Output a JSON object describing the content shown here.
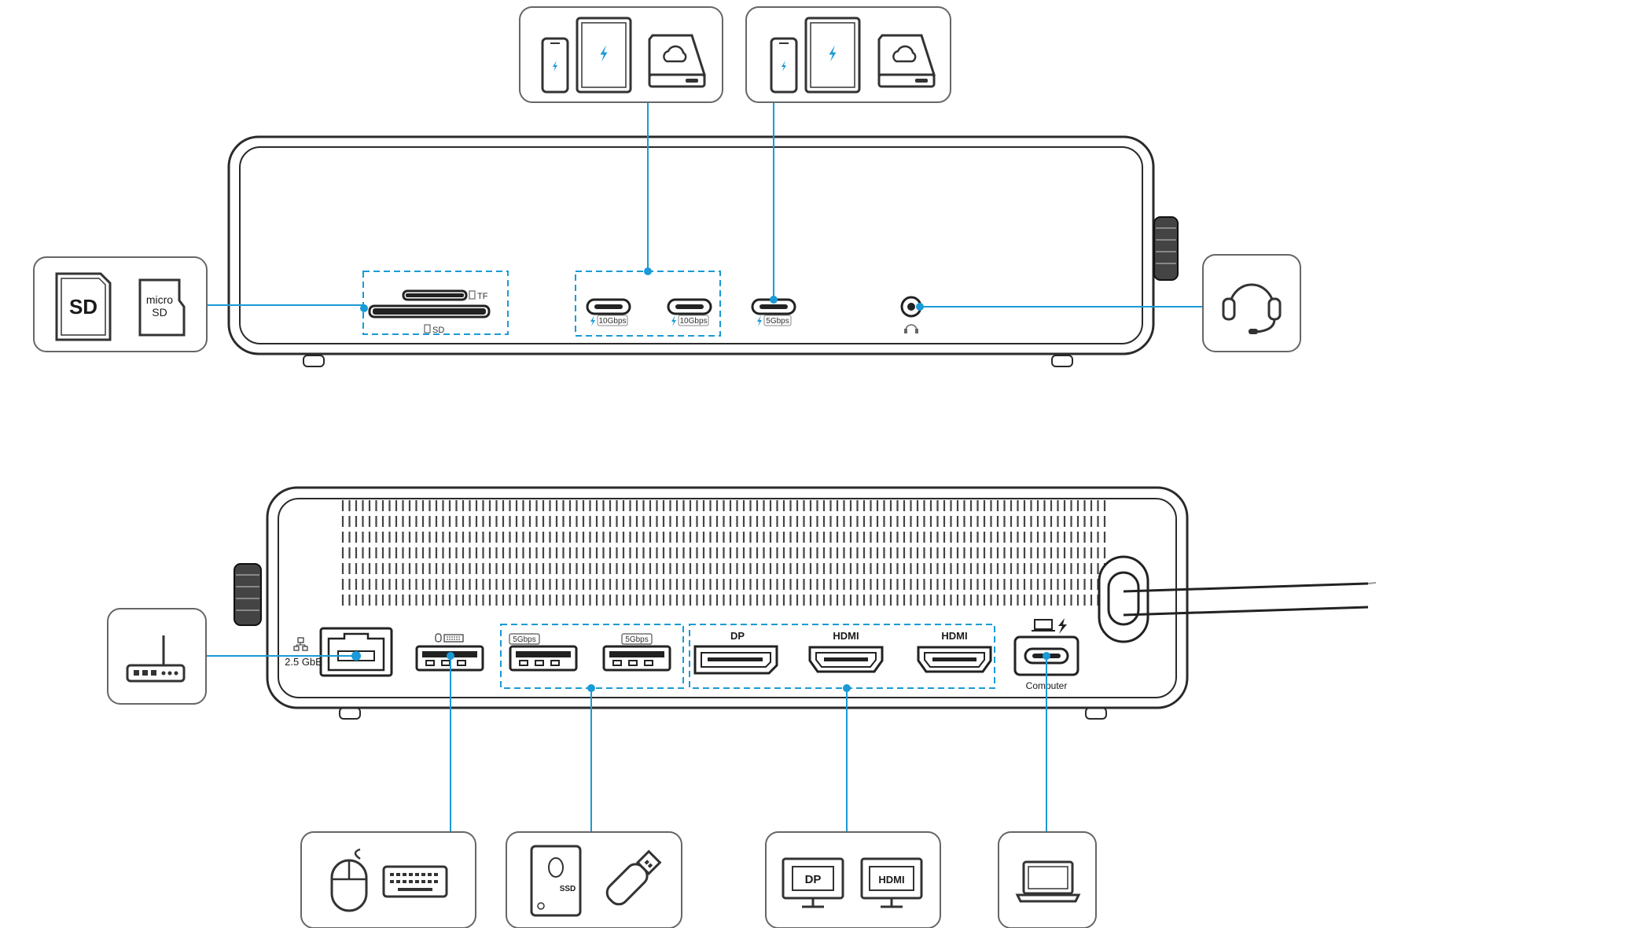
{
  "front_panel": {
    "card_slots": {
      "tf_label": "TF",
      "sd_label": "SD"
    },
    "usb_c_ports": [
      {
        "speed": "10Gbps"
      },
      {
        "speed": "10Gbps"
      },
      {
        "speed": "5Gbps"
      }
    ],
    "audio_jack": {
      "icon": "headphone-icon"
    }
  },
  "rear_panel": {
    "ethernet": {
      "label": "2.5 GbE"
    },
    "usb_a_ports": [
      {
        "speed": "5Gbps"
      },
      {
        "speed": "5Gbps"
      }
    ],
    "video_ports": [
      {
        "label": "DP"
      },
      {
        "label": "HDMI"
      },
      {
        "label": "HDMI"
      }
    ],
    "upstream": {
      "label": "Computer"
    }
  },
  "callouts": {
    "card_reader": {
      "sd": "SD",
      "micro_top": "micro",
      "micro_bottom": "SD"
    },
    "monitors": {
      "dp": "DP",
      "hdmi": "HDMI"
    },
    "drive": {
      "ssd": "SSD"
    }
  },
  "colors": {
    "accent": "#1a9ad6",
    "line": "#333333",
    "box_border": "#666666"
  }
}
